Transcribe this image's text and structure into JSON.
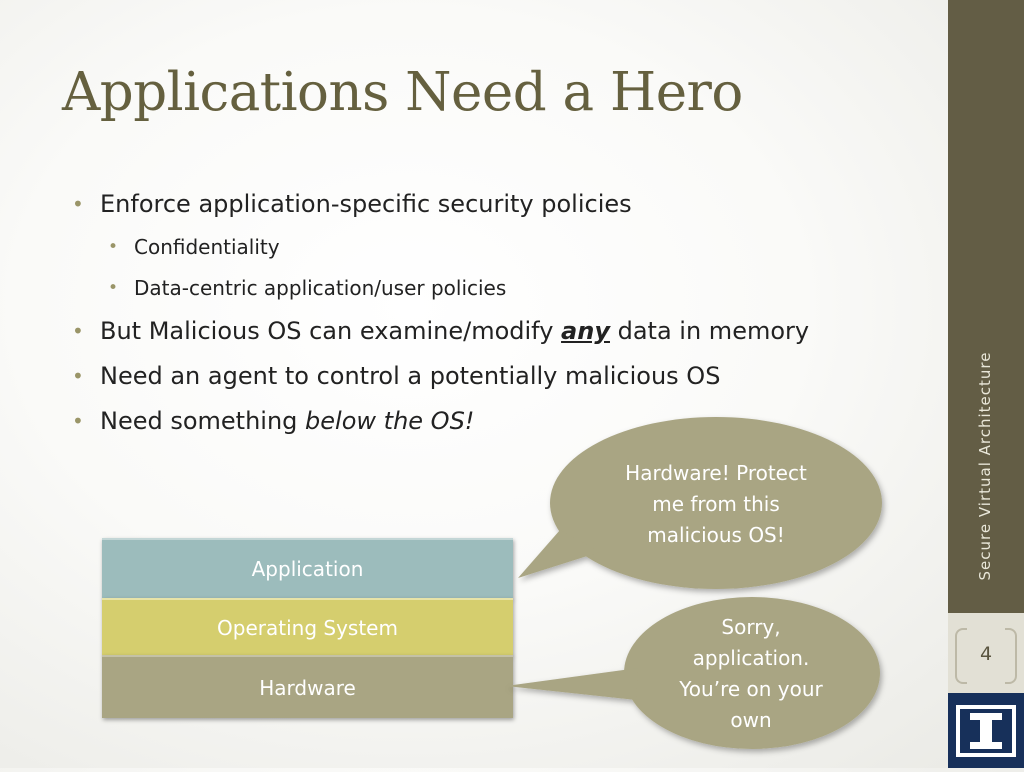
{
  "slide": {
    "title": "Applications Need a Hero",
    "bullets": {
      "b1": "Enforce application-specific security policies",
      "b1_sub1": "Confidentiality",
      "b1_sub2": "Data-centric application/user policies",
      "b2_pre": "But Malicious OS can examine/modify ",
      "b2_em": "any",
      "b2_post": " data in memory",
      "b3": "Need an agent to control a potentially malicious OS",
      "b4_pre": "Need something ",
      "b4_em": "below the OS!"
    },
    "bullet_glyph": "•",
    "stack": {
      "application": "Application",
      "operating_system": "Operating System",
      "hardware": "Hardware"
    },
    "callouts": {
      "app_line1": "Hardware!  Protect",
      "app_line2": "me from this",
      "app_line3": "malicious OS!",
      "hw_line1": "Sorry,",
      "hw_line2": "application.",
      "hw_line3": "You’re on your",
      "hw_line4": "own"
    },
    "sidebar_text": "Secure Virtual Architecture",
    "page_number": "4"
  },
  "colors": {
    "title": "#65603f",
    "sidebar_dark": "#635d45",
    "sidebar_light": "#e2e0d5",
    "bubble": "#a9a583",
    "application_layer": "#9cbcbc",
    "os_layer": "#d5ce6e",
    "hardware_layer": "#a9a583",
    "logo_bg": "#17305a"
  },
  "icons": {
    "logo": "university-column-logo-icon"
  }
}
